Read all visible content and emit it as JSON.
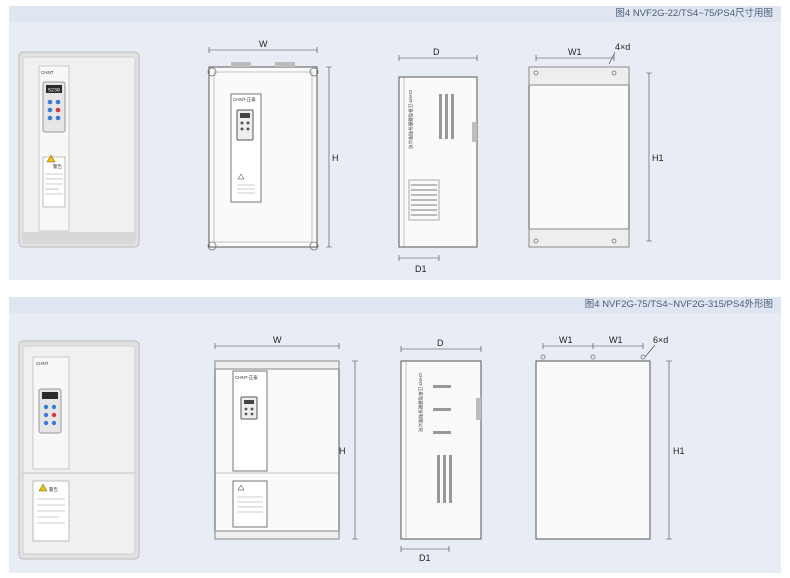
{
  "top": {
    "caption": "图4  NVF2G-22/TS4~75/PS4尺寸用图",
    "brand": "CHNT",
    "brand_front": "CHNT-正泰",
    "side_text": "CHNT-正泰电器股份有限公司",
    "warning": "警告",
    "dims": {
      "w": "W",
      "h": "H",
      "d": "D",
      "d1": "D1",
      "w1": "W1",
      "h1": "H1",
      "holes": "4×d"
    }
  },
  "bottom": {
    "caption": "图4  NVF2G-75/TS4~NVF2G-315/PS4外形图",
    "brand": "CHNT",
    "brand_front": "CHNT-正泰",
    "side_text": "CHNT-正泰电器股份有限公司",
    "warning": "警告",
    "dims": {
      "w": "W",
      "h": "H",
      "d": "D",
      "d1": "D1",
      "w1a": "W1",
      "w1b": "W1",
      "h1": "H1",
      "holes": "6×d"
    }
  },
  "colors": {
    "panel": "#e8edf5",
    "caption_bar": "#dfe6f1",
    "caption_text": "#4a5a7a"
  }
}
